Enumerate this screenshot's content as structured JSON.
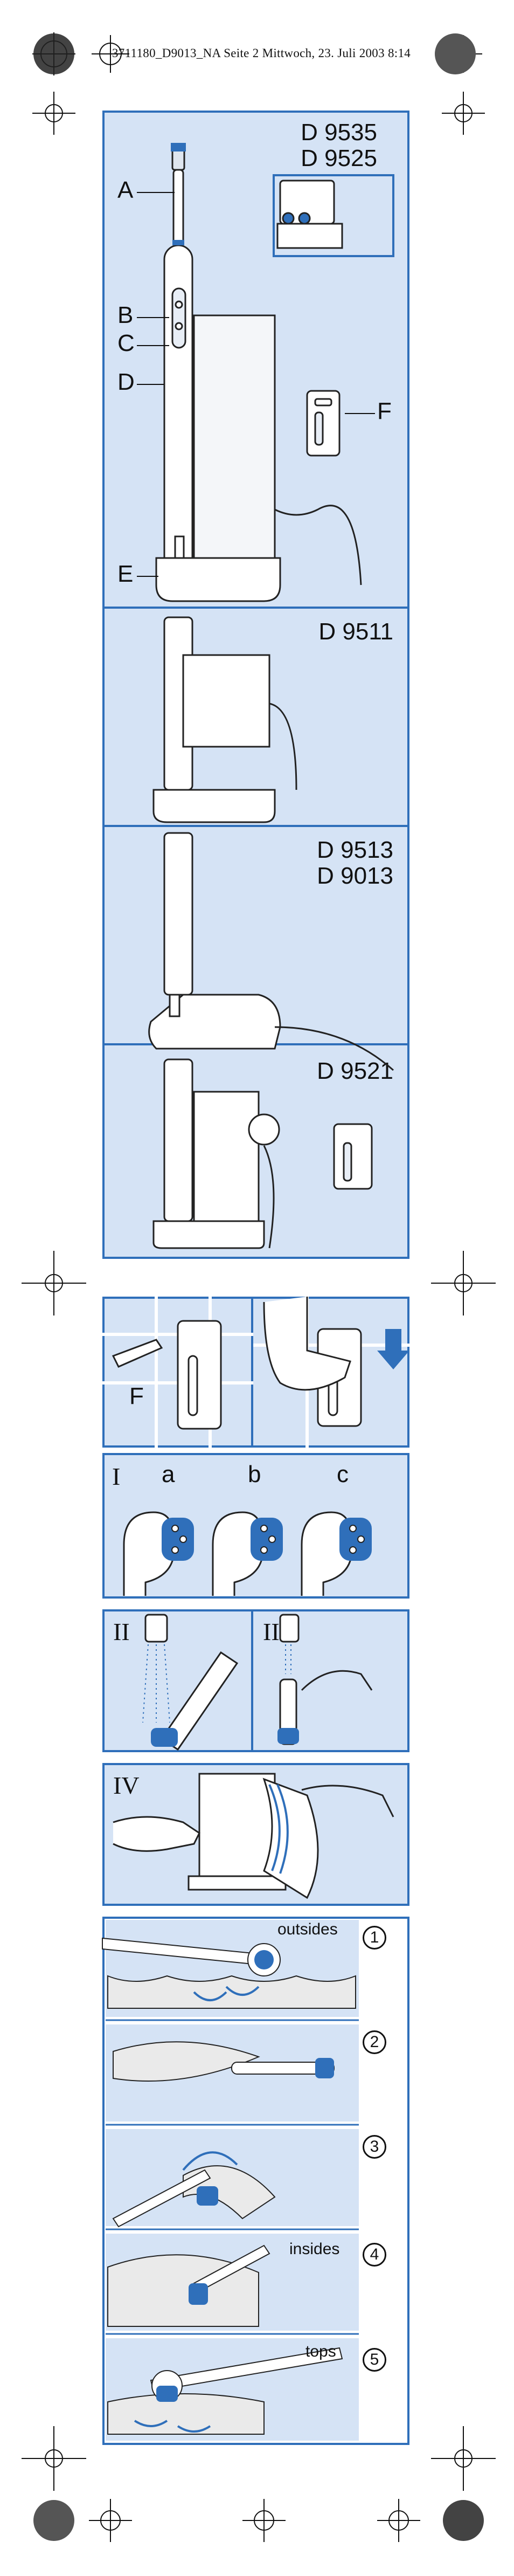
{
  "header": {
    "text": "3711180_D9013_NA  Seite 2  Mittwoch, 23. Juli 2003  8:14"
  },
  "overview": {
    "models_top": [
      "D 9535",
      "D 9525"
    ],
    "models_second": "D 9511",
    "models_third": [
      "D 9513",
      "D 9013"
    ],
    "models_fourth": "D 9521",
    "callouts": {
      "a": "A",
      "b": "B",
      "c": "C",
      "d": "D",
      "e": "E",
      "f": "F"
    }
  },
  "mounting": {
    "callout": "F"
  },
  "brush_heads": {
    "section": "I",
    "labels": [
      "a",
      "b",
      "c"
    ]
  },
  "rinse": {
    "left": "II",
    "right": "III"
  },
  "cleaning": {
    "section": "IV"
  },
  "steps": [
    {
      "num": "1",
      "label": "outsides"
    },
    {
      "num": "2",
      "label": ""
    },
    {
      "num": "3",
      "label": ""
    },
    {
      "num": "4",
      "label": "insides"
    },
    {
      "num": "5",
      "label": "tops"
    }
  ],
  "colors": {
    "accent": "#2f6fba",
    "panel_fill": "#d5e3f5"
  }
}
